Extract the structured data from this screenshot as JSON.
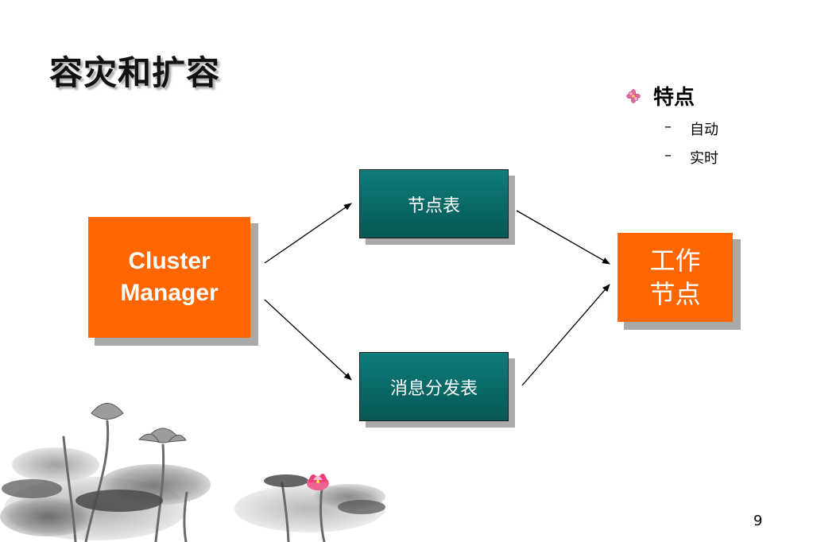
{
  "slide": {
    "title": "容灾和扩容",
    "page_number": "9"
  },
  "features": {
    "heading": "特点",
    "items": [
      "自动",
      "实时"
    ],
    "bullet_icon": "flower-bullet-icon",
    "dash": "–"
  },
  "diagram": {
    "cluster_manager": {
      "line1": "Cluster",
      "line2": "Manager"
    },
    "node_table": "节点表",
    "message_table": "消息分发表",
    "worker_node": {
      "line1": "工作",
      "line2": "节点"
    }
  },
  "colors": {
    "orange": "#ff6600",
    "teal": "#0a6a68",
    "shadow": "#a9a9a9",
    "lotus_pink": "#f06292"
  }
}
